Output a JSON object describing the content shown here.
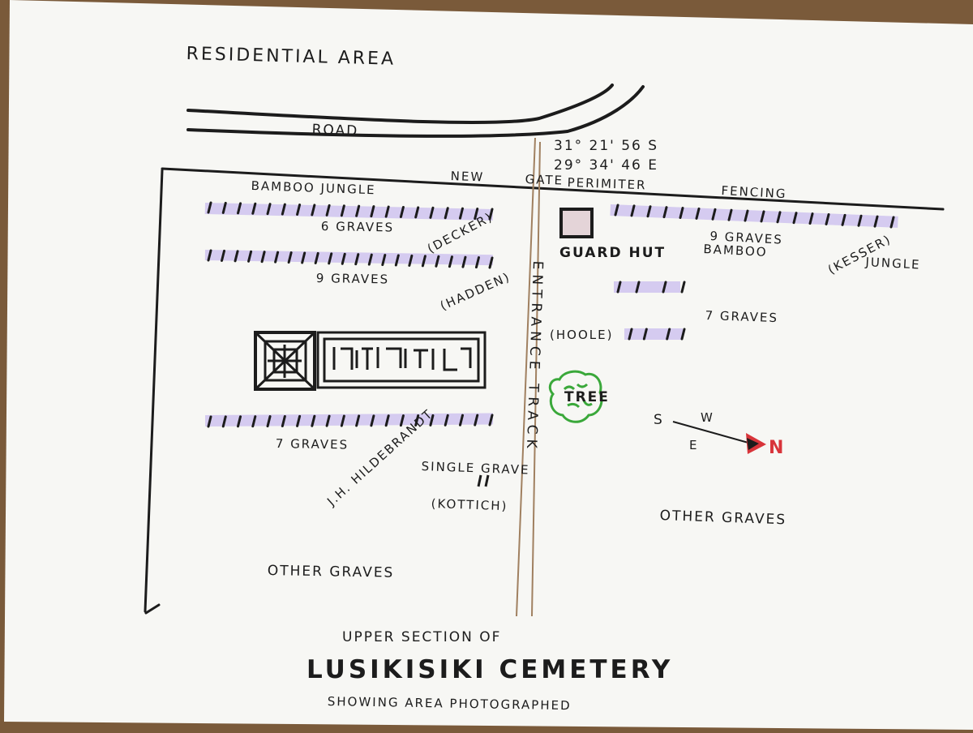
{
  "labels": {
    "residential_area": "RESIDENTIAL AREA",
    "road": "ROAD",
    "coord_lat": "31° 21' 56 S",
    "coord_lon": "29° 34' 46 E",
    "fence_new": "NEW",
    "fence_gate": "GATE",
    "fence_perimiter": "PERIMITER",
    "fence_fencing": "FENCING",
    "bamboo_jungle_left": "BAMBOO JUNGLE",
    "six_graves": "6 GRAVES",
    "decker": "(DECKER)",
    "nine_graves_left": "9 GRAVES",
    "hadden": "(HADDEN)",
    "guard_hut": "GUARD HUT",
    "nine_graves_right": "9 GRAVES",
    "bamboo_right": "BAMBOO",
    "kesser": "(KESSER)",
    "jungle_right": "JUNGLE",
    "entrance_track": "ENTRANCE TRACK",
    "seven_graves_right": "7 GRAVES",
    "hoole": "(HOOLE)",
    "tree": "TREE",
    "seven_graves_left": "7 GRAVES",
    "hildebrandt": "J.H. HILDEBRANDT",
    "single_grave": "SINGLE GRAVE",
    "kottich": "(KOTTICH)",
    "other_graves_left": "OTHER GRAVES",
    "other_graves_right": "OTHER GRAVES",
    "compass_s": "S",
    "compass_w": "W",
    "compass_e": "E",
    "compass_n": "N",
    "upper_section": "UPPER SECTION OF",
    "cemetery_title": "LUSIKISIKI CEMETERY",
    "showing_area": "SHOWING AREA PHOTOGRAPHED"
  },
  "colors": {
    "ink": "#1c1c1c",
    "highlight": "#cfc3ef",
    "track": "#a08060",
    "tree": "#3aa83a",
    "north": "#d8343a",
    "paper": "#f7f7f4",
    "table": "#7a5a3a"
  },
  "icons": {
    "compass": "north-arrow-icon",
    "tree": "tree-icon",
    "guard_hut": "hut-square-icon",
    "monument": "crossed-square-icon"
  }
}
